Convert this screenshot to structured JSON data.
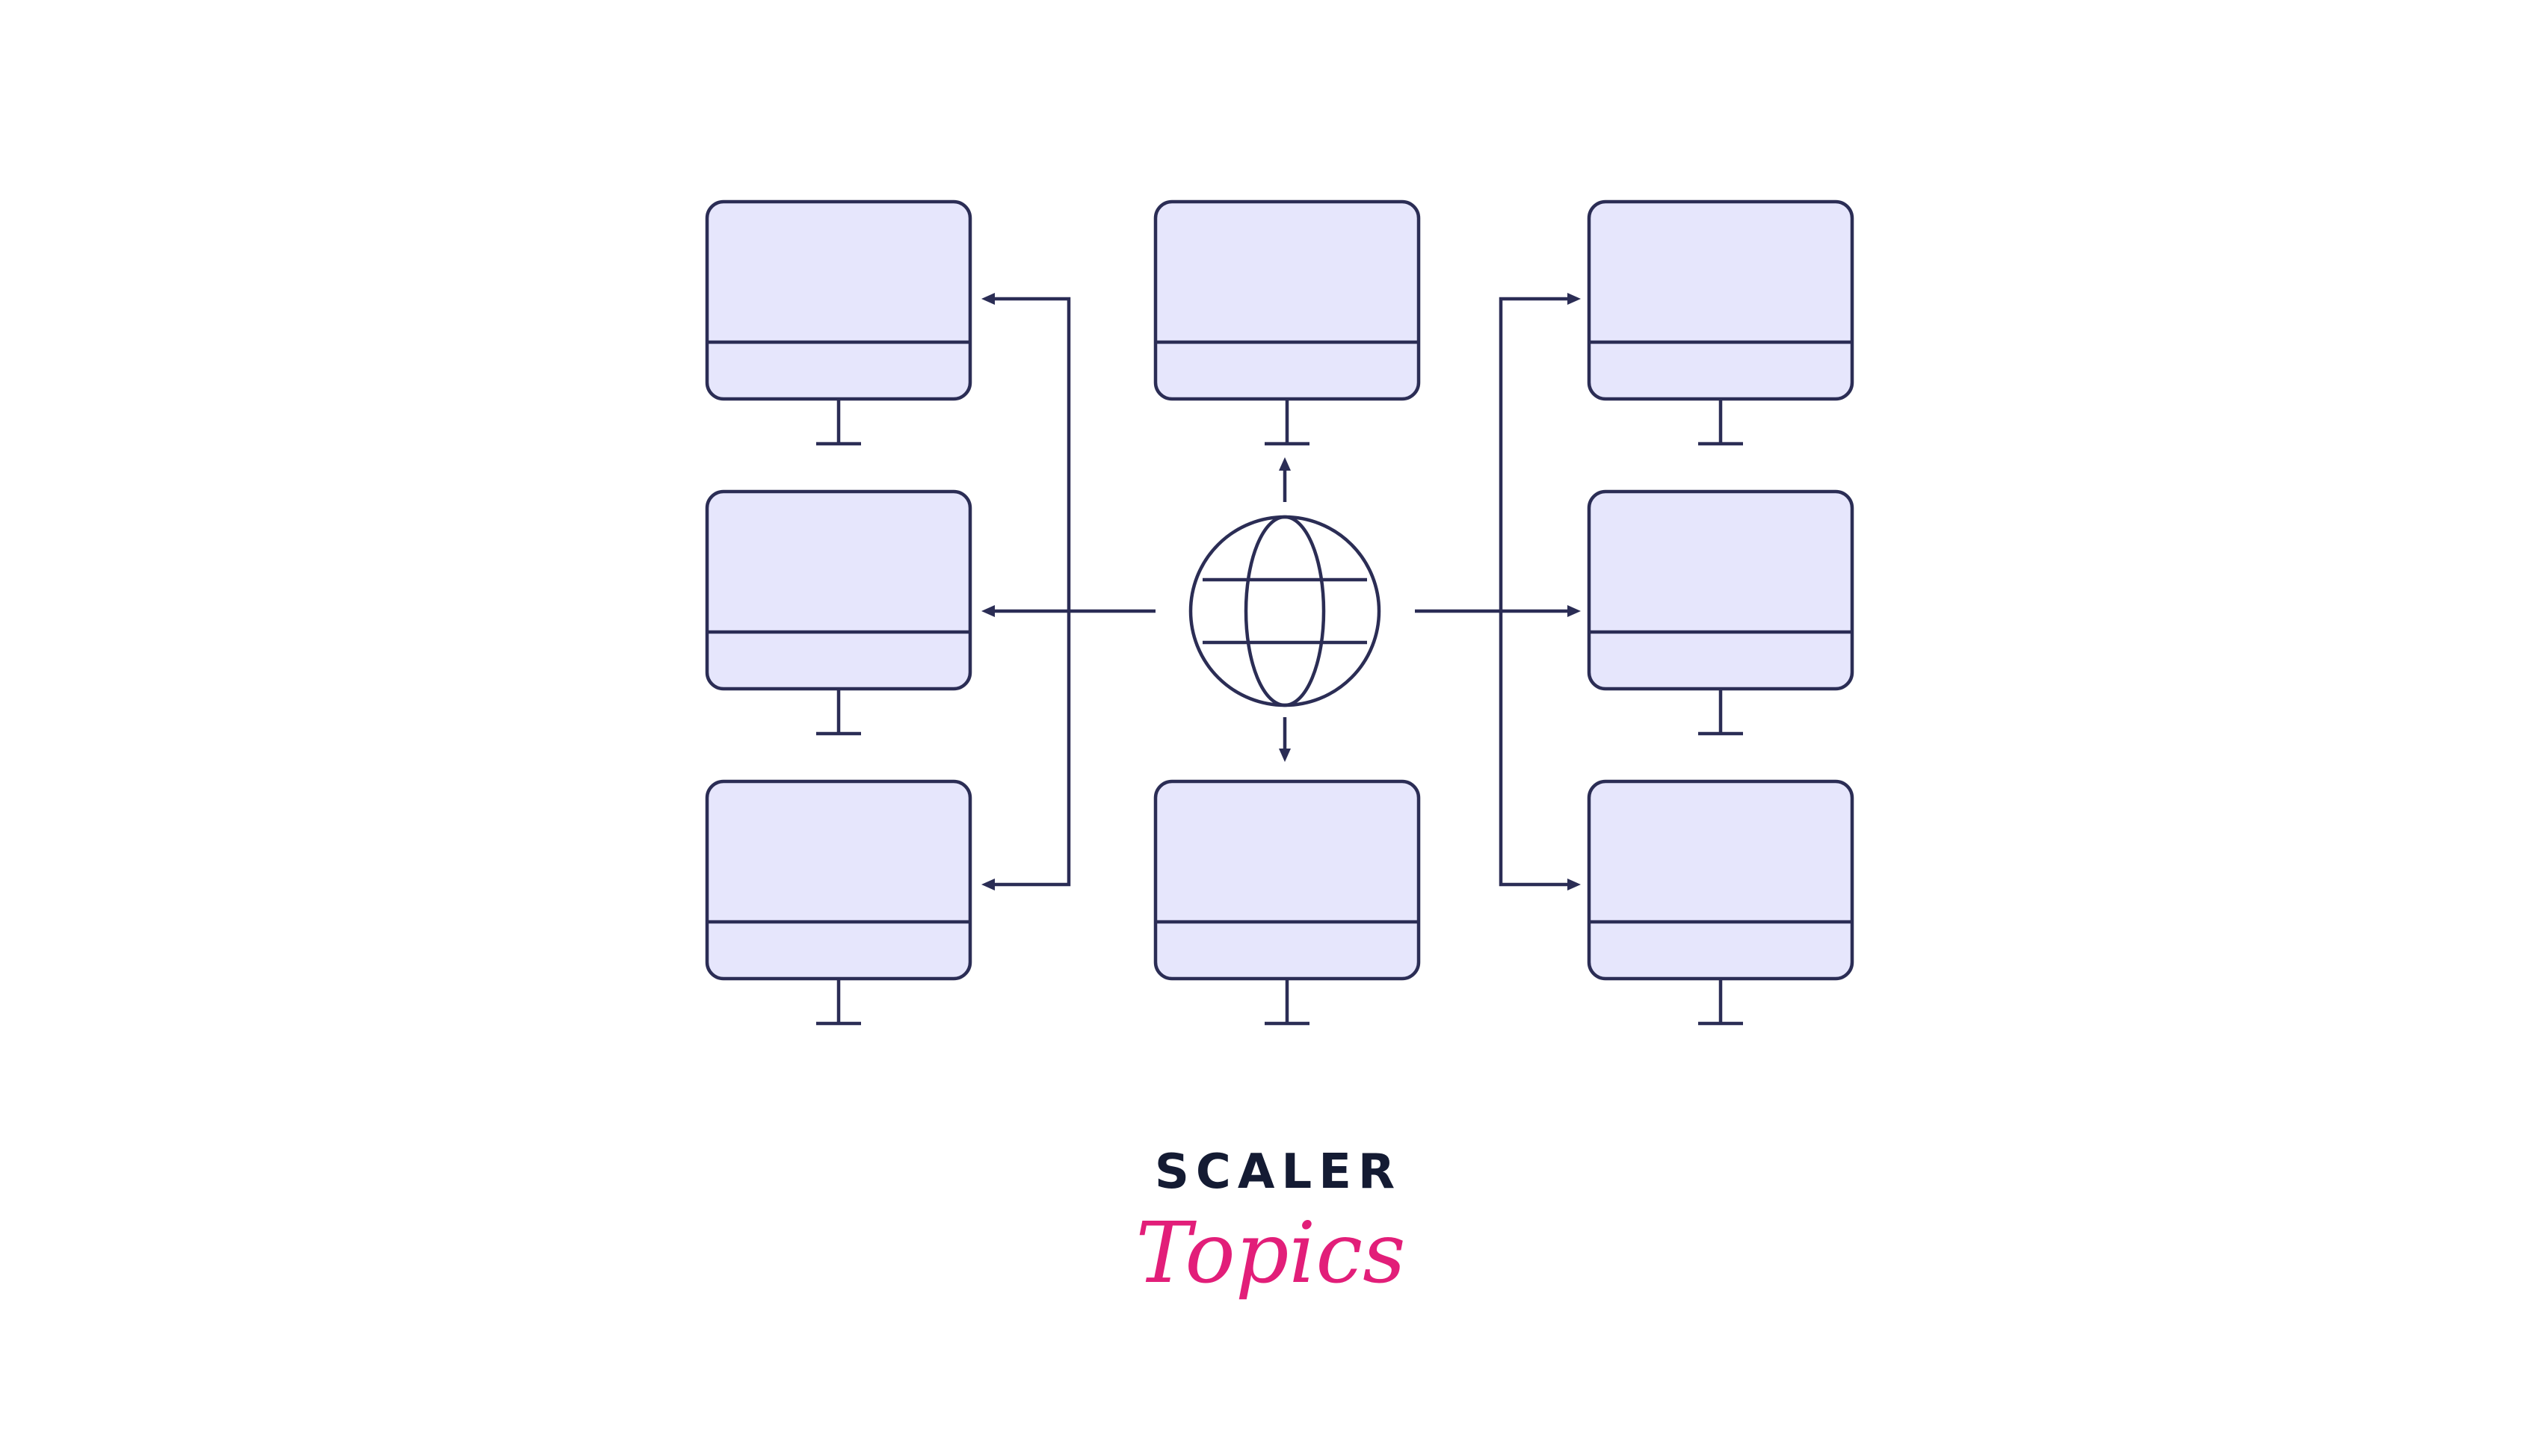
{
  "logo": {
    "wordmark": "SCALER",
    "script": "Topics",
    "wordmark_color": "#141b33",
    "script_color": "#e21e79"
  },
  "diagram": {
    "line_color": "#2b2d55",
    "screen_fill": "#e6e6fc",
    "center_icon": "globe-icon",
    "monitor_icon": "monitor-icon",
    "monitor_count": 8
  }
}
